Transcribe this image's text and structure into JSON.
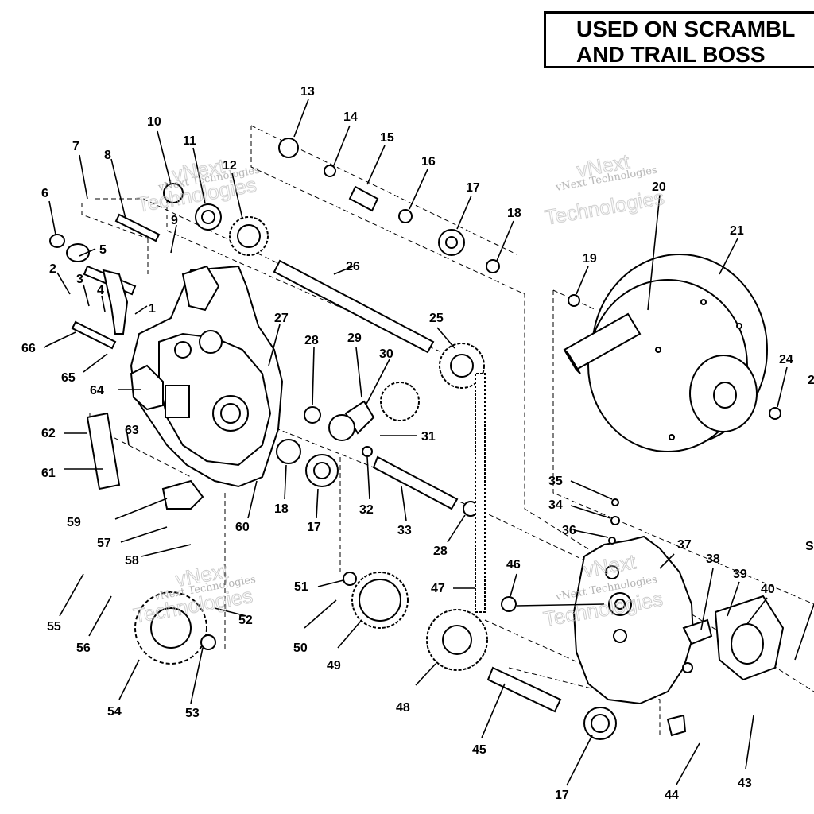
{
  "header": {
    "line1": "USED ON SCRAMBL",
    "line2": "AND TRAIL BOSS"
  },
  "watermark": {
    "brand": "vNext Technologies",
    "outline_top": "vNext",
    "outline_bottom": "Technologies"
  },
  "callouts": {
    "c1": "1",
    "c2": "2",
    "c3": "3",
    "c4": "4",
    "c5": "5",
    "c6": "6",
    "c7": "7",
    "c8": "8",
    "c9": "9",
    "c10": "10",
    "c11": "11",
    "c12": "12",
    "c13": "13",
    "c14": "14",
    "c15": "15",
    "c16": "16",
    "c17": "17",
    "c18": "18",
    "c19": "19",
    "c20": "20",
    "c21": "21",
    "c24": "24",
    "c25": "25",
    "c26": "26",
    "c27": "27",
    "c28": "28",
    "c29": "29",
    "c30": "30",
    "c31": "31",
    "c32": "32",
    "c33": "33",
    "c34": "34",
    "c35": "35",
    "c36": "36",
    "c37": "37",
    "c38": "38",
    "c39": "39",
    "c40": "40",
    "c43": "43",
    "c44": "44",
    "c45": "45",
    "c46": "46",
    "c47": "47",
    "c48": "48",
    "c49": "49",
    "c50": "50",
    "c51": "51",
    "c52": "52",
    "c53": "53",
    "c54": "54",
    "c55": "55",
    "c56": "56",
    "c57": "57",
    "c58": "58",
    "c59": "59",
    "c60": "60",
    "c61": "61",
    "c62": "62",
    "c63": "63",
    "c64": "64",
    "c65": "65",
    "c66": "66",
    "c18b": "18",
    "c17b": "17",
    "c28b": "28",
    "c17c": "17",
    "c2x": "2",
    "cSx": "S"
  }
}
